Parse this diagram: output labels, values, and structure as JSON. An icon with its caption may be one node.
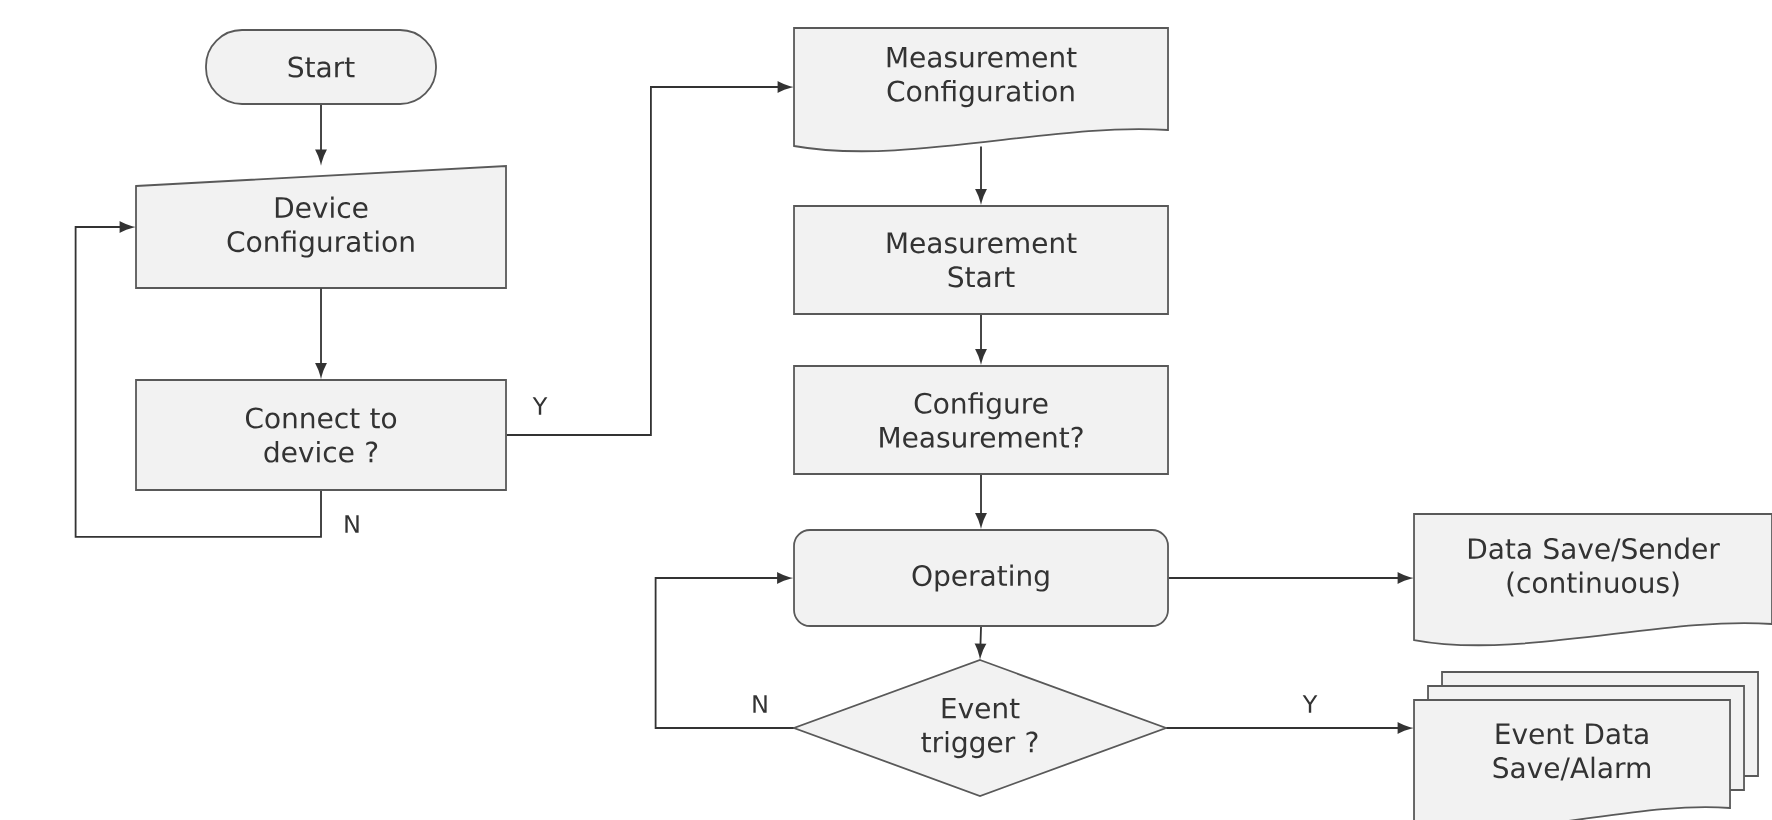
{
  "diagram": {
    "nodes": [
      {
        "text": [
          "Start"
        ]
      },
      {
        "text": [
          "Device Configuration"
        ]
      },
      {
        "text": [
          "Connect to device ?"
        ]
      },
      {
        "text": [
          "Measurement Configuration"
        ]
      },
      {
        "text": [
          "Measurement Start"
        ]
      },
      {
        "text": [
          "Configure Measurement?"
        ]
      },
      {
        "text": [
          "Operating"
        ]
      },
      {
        "text": [
          "Event trigger ?"
        ]
      },
      {
        "text": [
          "Data Save/Sender (continuous)"
        ]
      },
      {
        "text": [
          "Event Data Save/Alarm"
        ]
      }
    ],
    "edges": [
      {
        "from": 0,
        "to": 1,
        "arrow": "to"
      },
      {
        "from": 1,
        "to": 2,
        "arrow": "to"
      },
      {
        "from": 2,
        "to": 1,
        "arrow": "to",
        "label": "N"
      },
      {
        "from": 2,
        "to": 3,
        "arrow": "to",
        "label": "Y"
      },
      {
        "from": 3,
        "to": 4,
        "arrow": "to"
      },
      {
        "from": 4,
        "to": 5,
        "arrow": "to"
      },
      {
        "from": 5,
        "to": 6,
        "arrow": "to"
      },
      {
        "from": 6,
        "to": 7,
        "arrow": "to"
      },
      {
        "from": 7,
        "to": 6,
        "arrow": "to",
        "label": "N"
      },
      {
        "from": 6,
        "to": 8,
        "arrow": "to"
      },
      {
        "from": 7,
        "to": 9,
        "arrow": "to",
        "label": "Y"
      }
    ]
  }
}
